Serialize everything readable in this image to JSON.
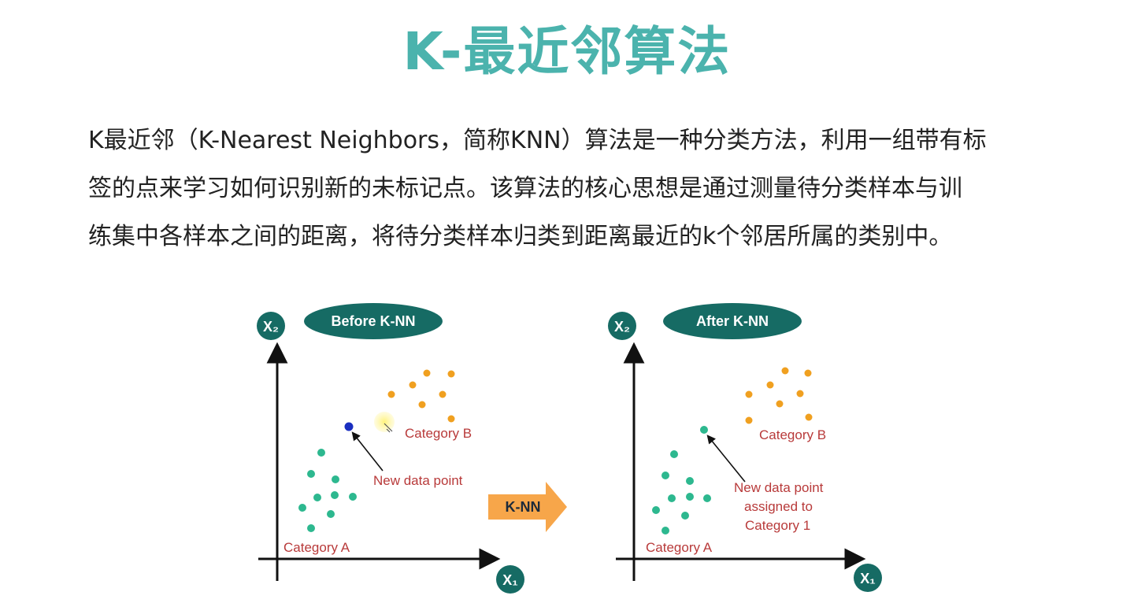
{
  "title": "K-最近邻算法",
  "intro": {
    "line1": "K最近邻（K-Nearest Neighbors，简称KNN）算法是一种分类方法，利用一组带有标",
    "line2": "签的点来学习如何识别新的未标记点。该算法的核心思想是通过测量待分类样本与训",
    "line3": "练集中各样本之间的距离，将待分类样本归类到距离最近的k个邻居所属的类别中。"
  },
  "colors": {
    "title": "#4bb3ad",
    "category_a": "#2db88f",
    "category_b": "#f0a020",
    "new_point_before": "#1a2fc0",
    "pill": "#166b64",
    "label_red": "#b83a3a",
    "arrow": "#f7a64a"
  },
  "before_panel": {
    "label": "Before K-NN",
    "x_axis_label": "X₁",
    "y_axis_label": "X₂",
    "category_a_label": "Category A",
    "category_b_label": "Category B",
    "new_point_label": "New data point"
  },
  "after_panel": {
    "label": "After K-NN",
    "x_axis_label": "X₁",
    "y_axis_label": "X₂",
    "category_a_label": "Category A",
    "category_b_label": "Category B",
    "new_point_label_line1": "New data point",
    "new_point_label_line2": "assigned to",
    "new_point_label_line3": "Category 1"
  },
  "transition": {
    "label": "K-NN"
  }
}
